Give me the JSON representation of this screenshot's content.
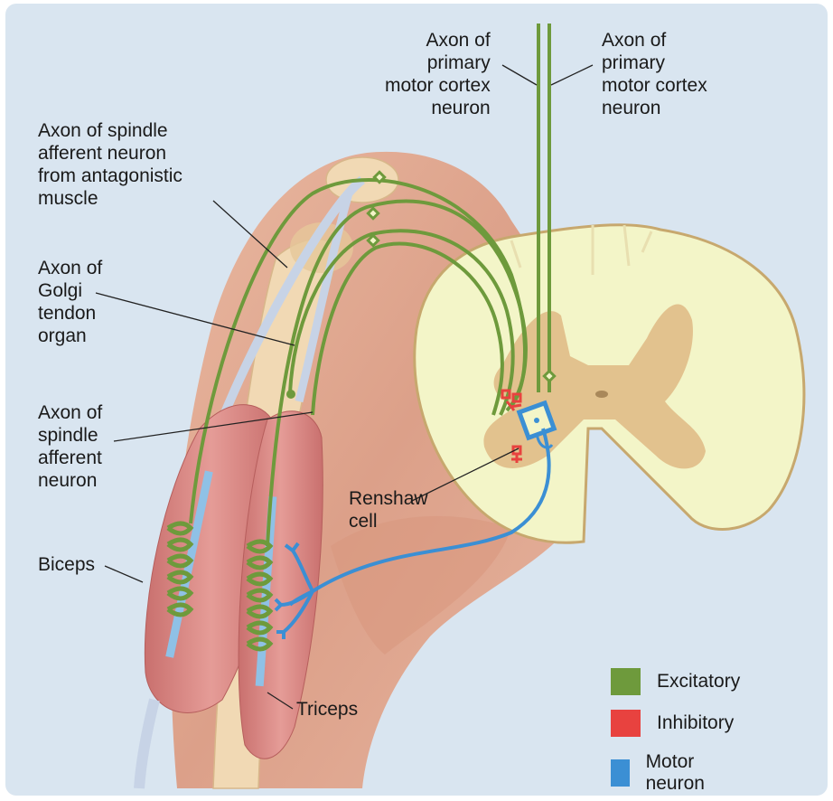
{
  "labels": {
    "axon_primary_left": "Axon of\nprimary\nmotor cortex\nneuron",
    "axon_primary_right": "Axon of\nprimary\nmotor cortex\nneuron",
    "axon_spindle_antagonistic": "Axon of spindle\nafferent neuron\nfrom antagonistic\nmuscle",
    "axon_golgi": "Axon of\nGolgi\ntendon\norgan",
    "axon_spindle": "Axon of\nspindle\nafferent\nneuron",
    "renshaw": "Renshaw\ncell",
    "biceps": "Biceps",
    "triceps": "Triceps"
  },
  "legend": [
    {
      "label": "Excitatory",
      "color": "#6e9a3c"
    },
    {
      "label": "Inhibitory",
      "color": "#e8423f"
    },
    {
      "label": "Motor neuron",
      "color": "#3b8fd4"
    }
  ],
  "colors": {
    "background": "#d9e5f0",
    "excitatory": "#6e9a3c",
    "inhibitory": "#e8423f",
    "motor": "#3b8fd4",
    "white_matter": "#f3f5c8",
    "gray_matter": "#e2c28e",
    "skin": "#e2a98f",
    "muscle": "#d98a86",
    "bone": "#f1d9b4"
  }
}
